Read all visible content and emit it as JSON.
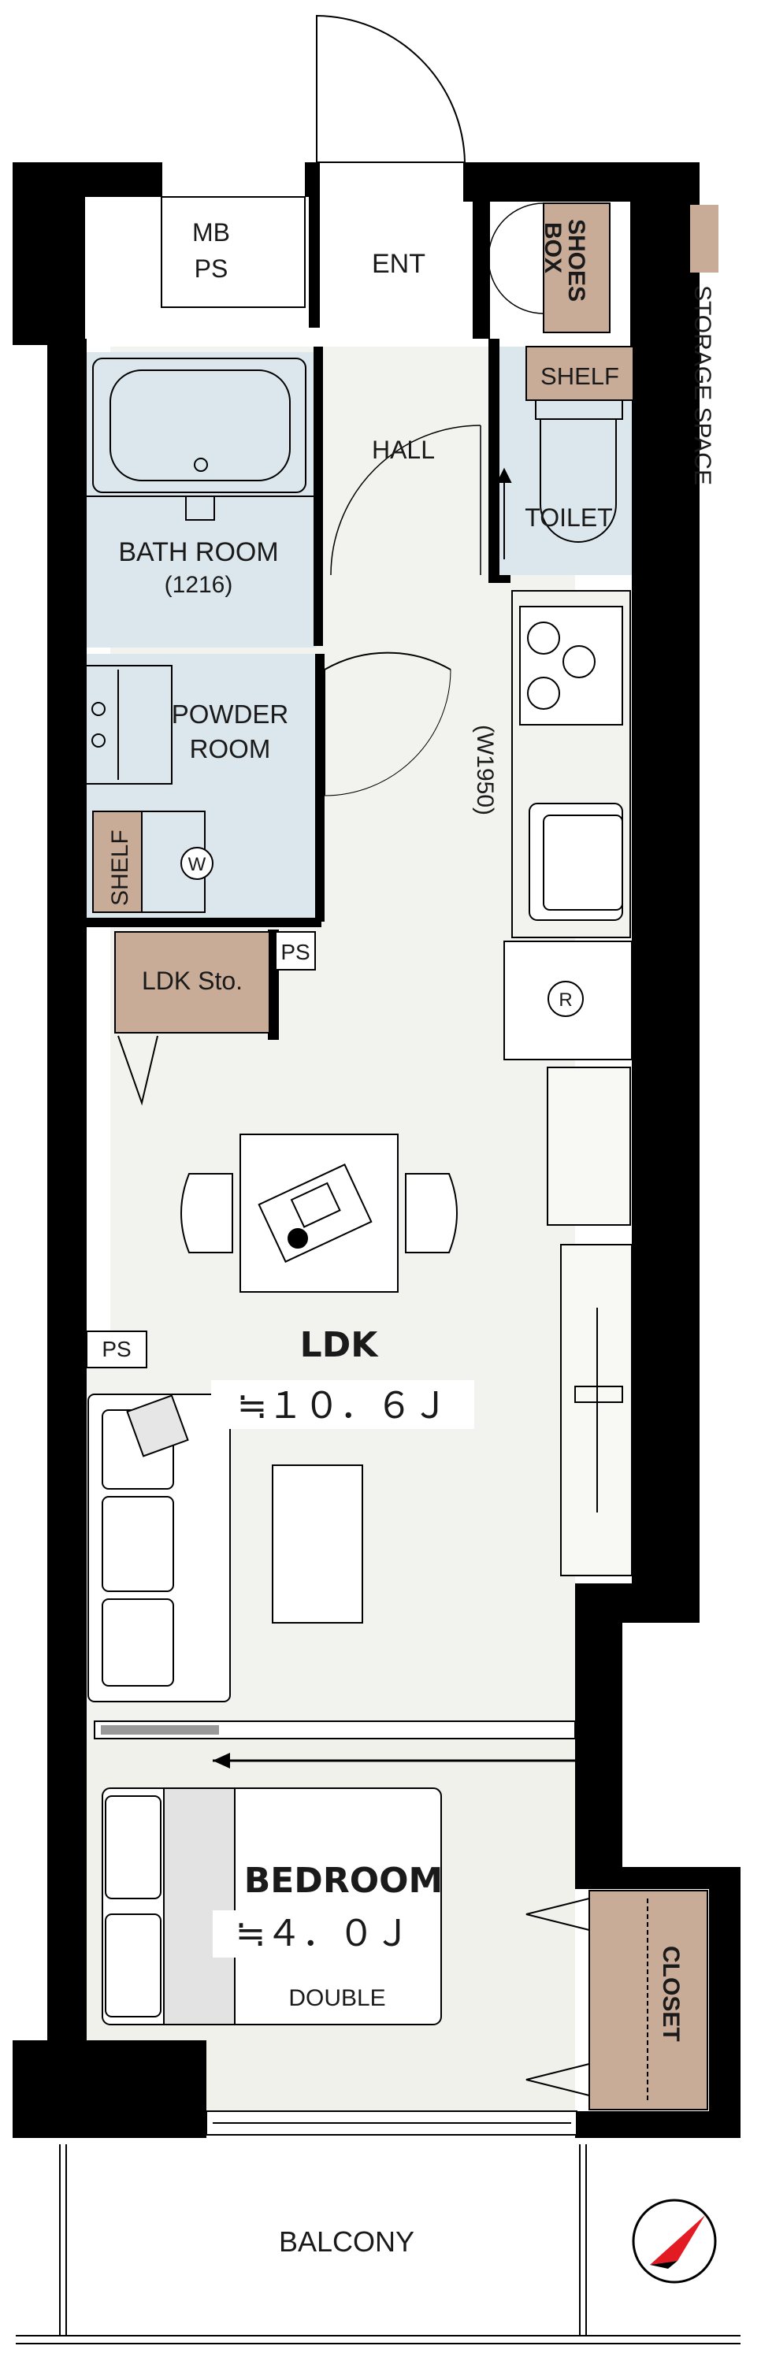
{
  "legend": {
    "label": "STORAGE SPACE",
    "swatch_color": "#c8ac98"
  },
  "colors": {
    "wall": "#000000",
    "floor": "#f2f3ee",
    "wet_area": "#dbe7ec",
    "storage": "#c8ac98",
    "bedroom_floor": "#f1f1ec",
    "compass_arrow": "#e31b23"
  },
  "rooms": {
    "mb_ps_line1": "MB",
    "mb_ps_line2": "PS",
    "entrance": "ENT",
    "shoes_box_line1": "SHOES",
    "shoes_box_line2": "BOX",
    "shelf_top": "SHELF",
    "hall": "HALL",
    "toilet": "TOILET",
    "bath_room": "BATH ROOM",
    "bath_size": "(1216)",
    "powder_room_line1": "POWDER",
    "powder_room_line2": "ROOM",
    "shelf_side": "SHELF",
    "washer_mark": "W",
    "kitchen_width": "(W1950)",
    "fridge_mark": "R",
    "ps_upper": "PS",
    "ldk_storage": "LDK Sto.",
    "ps_lower": "PS",
    "ldk": "LDK",
    "ldk_area": "≒１０．６Ｊ",
    "bedroom": "BEDROOM",
    "bedroom_area": "≒４．０Ｊ",
    "bed_type": "DOUBLE",
    "closet": "CLOSET",
    "balcony": "BALCONY"
  }
}
